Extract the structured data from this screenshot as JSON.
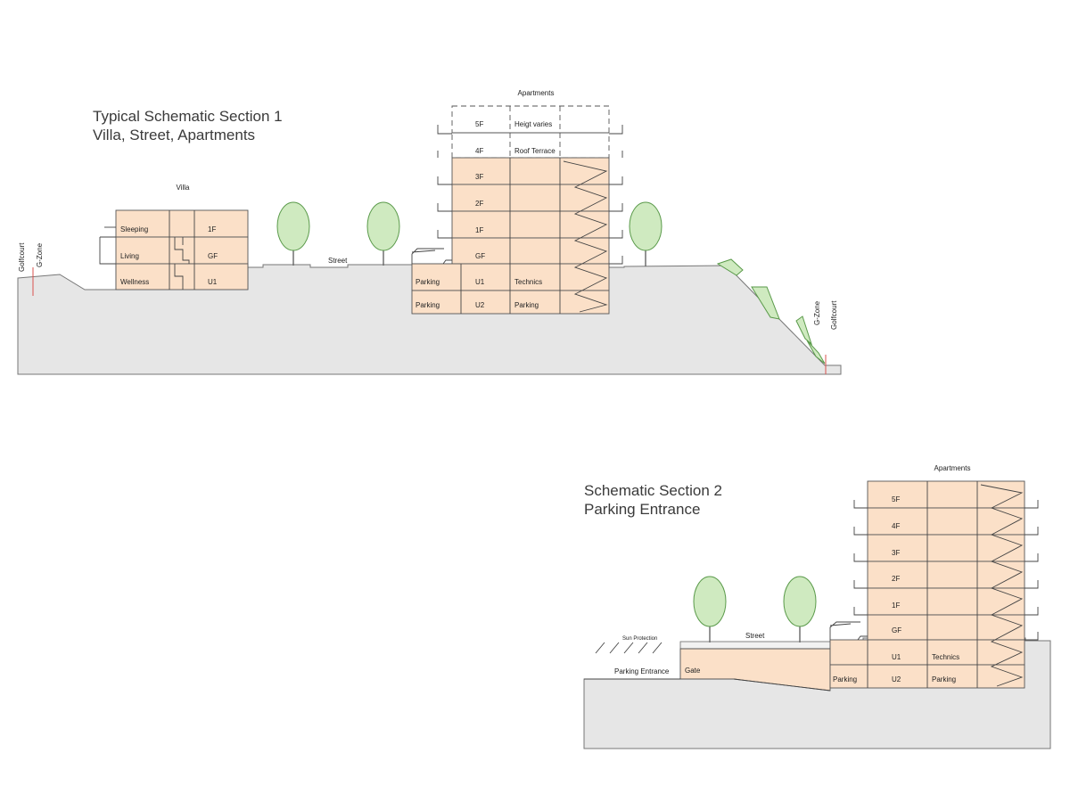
{
  "section1": {
    "title_line1": "Typical Schematic Section 1",
    "title_line2": "Villa, Street, Apartments",
    "villa_label": "Villa",
    "villa_rooms": [
      "Sleeping",
      "Living",
      "Wellness"
    ],
    "villa_levels": [
      "1F",
      "GF",
      "U1"
    ],
    "street_label": "Street",
    "apartments_label": "Apartments",
    "apt_levels": [
      "5F",
      "4F",
      "3F",
      "2F",
      "1F",
      "GF",
      "U1",
      "U2"
    ],
    "apt_notes": [
      "Heigt varies",
      "Roof Terrace"
    ],
    "basement_rooms": [
      "Parking",
      "Technics",
      "Parking",
      "Parking"
    ],
    "left_labels": [
      "Golfcourt",
      "G-Zone"
    ],
    "right_labels": [
      "G-Zone",
      "Golfcourt"
    ]
  },
  "section2": {
    "title_line1": "Schematic Section 2",
    "title_line2": "Parking Entrance",
    "apartments_label": "Apartments",
    "apt_levels": [
      "5F",
      "4F",
      "3F",
      "2F",
      "1F",
      "GF",
      "U1",
      "U2"
    ],
    "basement_rooms": [
      "Technics",
      "Parking",
      "Parking"
    ],
    "street_label": "Street",
    "sun_protection_label": "Sun Protection",
    "parking_entrance_label": "Parking Entrance",
    "gate_label": "Gate"
  },
  "colors": {
    "room_fill": "#fbe0c8",
    "ground_fill": "#e6e6e6",
    "tree_fill": "#cfeac0",
    "gzone_line": "#d9534f"
  }
}
